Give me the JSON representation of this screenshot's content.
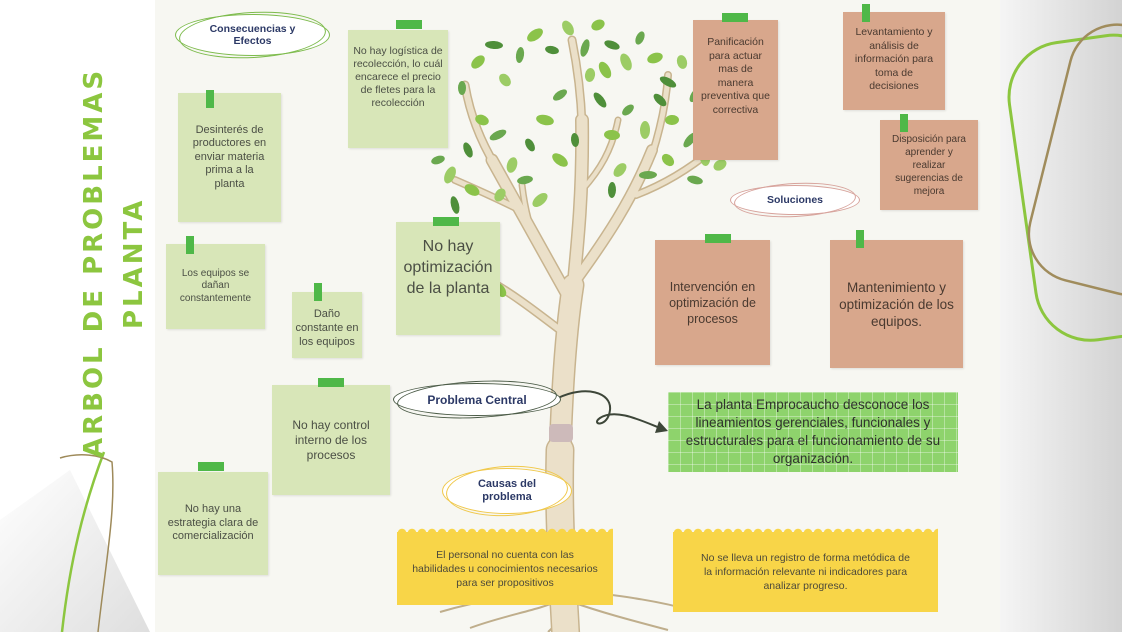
{
  "title": {
    "line1": "ARBOL DE PROBLEMAS",
    "line2": "PLANTA"
  },
  "labels": {
    "consequences": "Consecuencias y Efectos",
    "solutions": "Soluciones",
    "central": "Problema Central",
    "causes": "Causas del problema"
  },
  "consequences": {
    "logistics": "No hay logística de recolección, lo cuál encarece el precio de fletes para la recolección",
    "disinterest": "Desinterés de productores en enviar materia prima a la planta",
    "equipment_failures": "Los equipos se dañan constantemente",
    "no_optimization": "No hay optimización de la planta",
    "constant_damage": "Daño constante en los equipos",
    "no_internal_control": "No hay control interno de los procesos",
    "no_strategy": "No hay una estrategia clara de comercialización"
  },
  "solutions": {
    "planning": "Panificación para actuar mas de manera preventiva que correctiva",
    "data_analysis": "Levantamiento y análisis de información para toma de decisiones",
    "learning": "Disposición para aprender y realizar sugerencias de mejora",
    "process_intervention": "Intervención en optimización de procesos",
    "maintenance": "Mantenimiento y optimización de los equipos."
  },
  "central_problem": "La planta Emprocaucho  desconoce los lineamientos gerenciales, funcionales y estructurales para el funcionamiento de su organización.",
  "causes": [
    "El personal no cuenta con las habilidades u conocimientos necesarios para ser propositivos",
    "No se lleva un registro de forma metódica de la información relevante ni indicadores para analizar progreso."
  ],
  "colors": {
    "title_green": "#8cc63f",
    "consequence_note": "#d8e6b8",
    "solution_note": "#d8a78c",
    "tape": "#4fb848",
    "central_box": "#8ed36c",
    "cause_box": "#f8d548"
  }
}
